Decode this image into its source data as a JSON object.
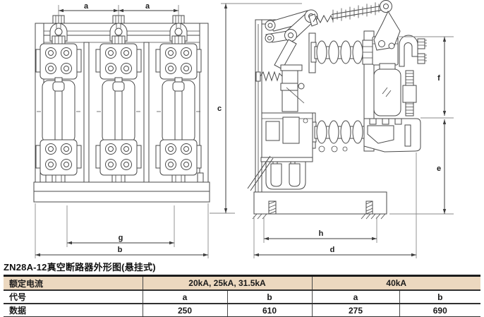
{
  "title": "ZN28A-12真空断路器外形图(悬挂式)",
  "drawing": {
    "line_color": "#4a4a4a",
    "dimension_labels": {
      "a1": "a",
      "a2": "a",
      "b": "b",
      "c": "c",
      "d": "d",
      "e": "e",
      "f": "f",
      "g": "g",
      "h": "h"
    }
  },
  "table": {
    "header_bg": "#ecd8bf",
    "row_current": {
      "label": "额定电流",
      "group1": "20kA, 25kA, 31.5kA",
      "group2": "40kA"
    },
    "row_code": {
      "label": "代号",
      "values": [
        "a",
        "b",
        "a",
        "b"
      ]
    },
    "row_data": {
      "label": "数据",
      "values": [
        "250",
        "610",
        "275",
        "690"
      ]
    }
  }
}
